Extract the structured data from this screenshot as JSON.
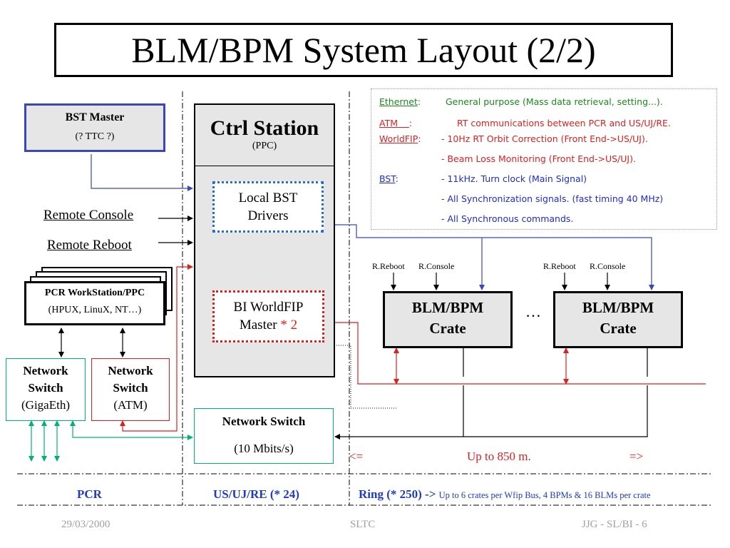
{
  "title": "BLM/BPM System Layout (2/2)",
  "bst_master": {
    "name": "BST Master",
    "note": "(? TTC ?)"
  },
  "remote_console": "Remote Console",
  "remote_reboot": "Remote Reboot",
  "ctrl_station": {
    "name": "Ctrl Station",
    "note": "(PPC)"
  },
  "local_bst": {
    "line1": "Local BST",
    "line2": "Drivers"
  },
  "wfip_master": {
    "line1": "BI WorldFIP",
    "line2": "Master",
    "mult": "* 2"
  },
  "pcr_workstation": {
    "name": "PCR WorkStation/PPC",
    "os": "(HPUX, LinuX, NT…)"
  },
  "net_gigaeth": {
    "line1": "Network",
    "line2": "Switch",
    "line3": "(GigaEth)"
  },
  "net_atm": {
    "line1": "Network",
    "line2": "Switch",
    "line3": "(ATM)"
  },
  "net_10m": {
    "line1": "Network Switch",
    "line2": "(10 Mbits/s)"
  },
  "crate_labels": {
    "reboot": "R.Reboot",
    "console": "R.Console"
  },
  "crate1": {
    "line1": "BLM/BPM",
    "line2": "Crate"
  },
  "crate2": {
    "line1": "BLM/BPM",
    "line2": "Crate"
  },
  "ellipsis": "…",
  "distance": {
    "left": "<=",
    "text": "Up to 850 m.",
    "right": "=>"
  },
  "zones": {
    "pcr": "PCR",
    "usuj": "US/UJ/RE (* 24)",
    "ring_main": "Ring (* 250) ->",
    "ring_note": "Up to 6 crates per Wfip Bus, 4 BPMs & 16 BLMs per crate"
  },
  "legend": {
    "ethernet_term": "Ethernet",
    "ethernet_sep": ":",
    "ethernet_desc": "General purpose (Mass data retrieval, setting...).",
    "atm_term": "ATM",
    "atm_sep": ":",
    "atm_desc": "RT communications between PCR and US/UJ/RE.",
    "wfip_term": "WorldFIP",
    "wfip_sep": ":",
    "wfip_desc1": "- 10Hz RT Orbit Correction (Front End->US/UJ).",
    "wfip_desc2": "- Beam Loss Monitoring (Front End->US/UJ).",
    "bst_term": "BST",
    "bst_sep": ":",
    "bst_desc1": "- 11kHz. Turn clock (Main Signal)",
    "bst_desc2": "- All Synchronization signals. (fast timing 40 MHz)",
    "bst_desc3": "- All Synchronous commands."
  },
  "footer": {
    "date": "29/03/2000",
    "center": "SLTC",
    "right": "JJG - SL/BI - 6"
  },
  "colors": {
    "bst": "#3a47b8",
    "ethernet": "#00b374",
    "atm": "#e01e1e",
    "worldfip": "#000000",
    "zone_text": "#1f3bbf"
  }
}
